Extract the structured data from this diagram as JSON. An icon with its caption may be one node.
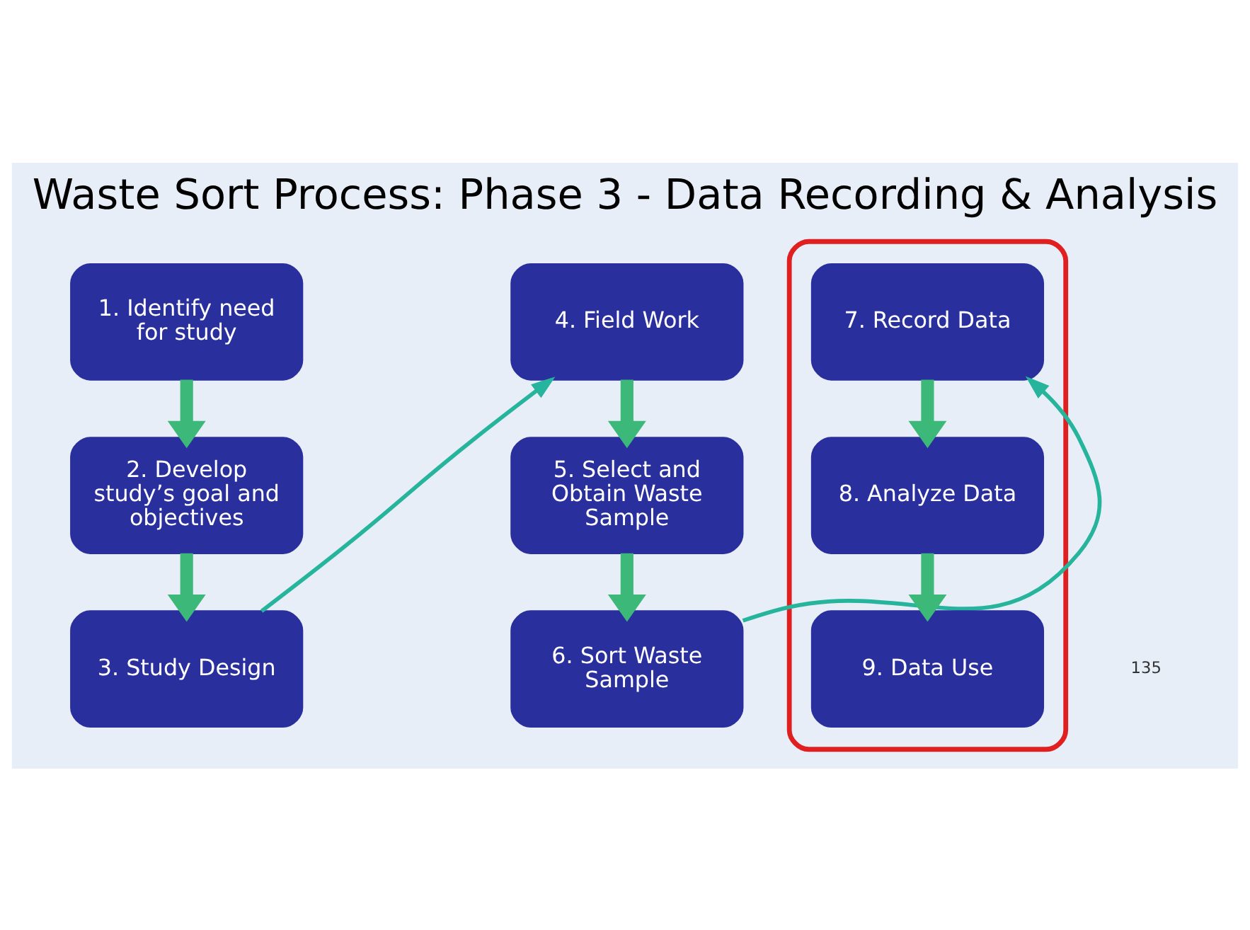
{
  "diagram": {
    "title": "Waste Sort Process: Phase 3 - Data Recording & Analysis",
    "nodes": [
      {
        "text": [
          "1. Identify need for study"
        ]
      },
      {
        "text": [
          "2. Develop study’s goal and objectives"
        ]
      },
      {
        "text": [
          "3. Study Design"
        ]
      },
      {
        "text": [
          "4. Field Work"
        ]
      },
      {
        "text": [
          "5. Select and Obtain Waste Sample"
        ]
      },
      {
        "text": [
          "6. Sort Waste Sample"
        ]
      },
      {
        "text": [],
        "shape": "box"
      },
      {
        "text": [
          "7. Record Data"
        ],
        "in": 6
      },
      {
        "text": [
          "8. Analyze Data"
        ],
        "in": 6
      },
      {
        "text": [
          "9. Data Use"
        ],
        "in": 6
      }
    ],
    "edges": [
      {
        "from": 0,
        "to": 1,
        "arrow": "to"
      },
      {
        "from": 1,
        "to": 2,
        "arrow": "to"
      },
      {
        "from": 2,
        "to": 3,
        "arrow": "to",
        "color": "#26b59c"
      },
      {
        "from": 3,
        "to": 4,
        "arrow": "to"
      },
      {
        "from": 4,
        "to": 5,
        "arrow": "to"
      },
      {
        "from": 5,
        "to": 7,
        "arrow": "to",
        "color": "#26b59c"
      },
      {
        "from": 7,
        "to": 8,
        "arrow": "to"
      },
      {
        "from": 8,
        "to": 9,
        "arrow": "to"
      }
    ],
    "labels": [
      "135"
    ]
  }
}
